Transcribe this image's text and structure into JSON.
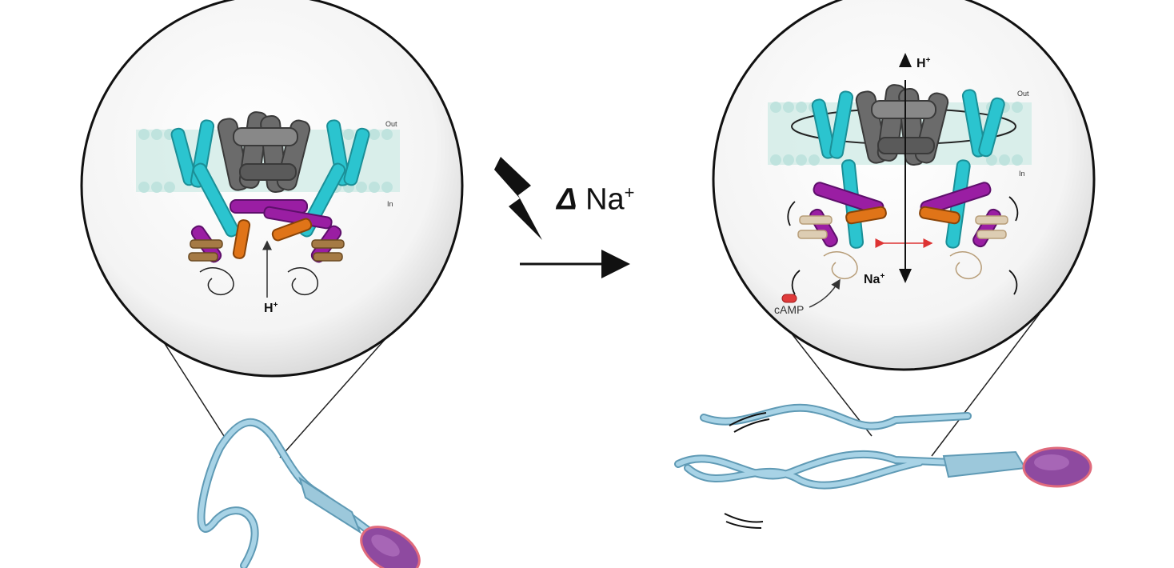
{
  "colors": {
    "tm_helix": "#2bc4cf",
    "pore": "#6b6b6b",
    "linker": "#9a1ea3",
    "orange": "#e07418",
    "cnbd": "#a57a45",
    "cnbd_active": "#ddcdb3",
    "membrane": "#bfe3de",
    "sperm_tail": "#9cc8db",
    "sperm_head": "#8e4aa0",
    "sperm_rim": "#e06a7c",
    "camp": "#e03b3b"
  },
  "left_panel": {
    "out_label": "Out",
    "in_label": "In",
    "proton_label": "H",
    "proton_sup": "+"
  },
  "right_panel": {
    "out_label": "Out",
    "in_label": "In",
    "proton_label": "H",
    "proton_sup": "+",
    "sodium_label": "Na",
    "sodium_sup": "+",
    "camp_label": "cAMP"
  },
  "stimulus": {
    "delta_symbol": "Δ",
    "ion": "Na",
    "ion_sup": "+",
    "icon": "lightning-bolt-icon"
  }
}
